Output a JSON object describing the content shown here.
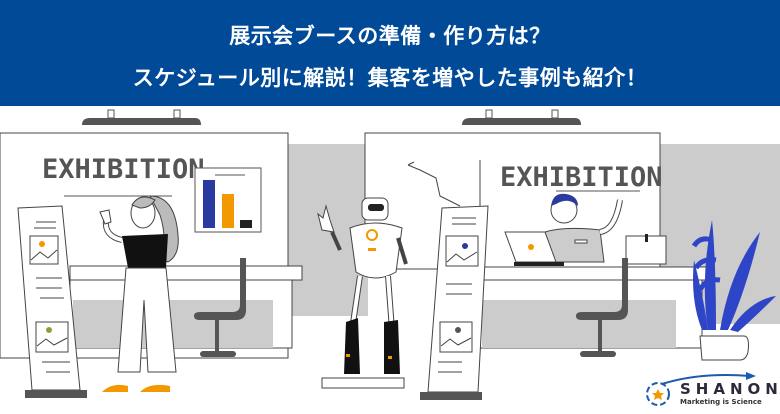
{
  "banner": {
    "title_line1": "展示会ブースの準備・作り方は？",
    "title_line2": "スケジュール別に解説！集客を増やした事例も紹介！",
    "background_color": "#004a98",
    "text_color": "#ffffff"
  },
  "illustration": {
    "booth_left_sign": "EXHIBITION",
    "booth_right_sign": "EXHIBITION",
    "accent_colors": {
      "blue": "#2b3a9e",
      "orange": "#f39800",
      "gray": "#cccccc",
      "dark_gray": "#555555",
      "plant_blue": "#2f45c8"
    }
  },
  "logo": {
    "name": "SHANON",
    "tagline": "Marketing is Science"
  }
}
